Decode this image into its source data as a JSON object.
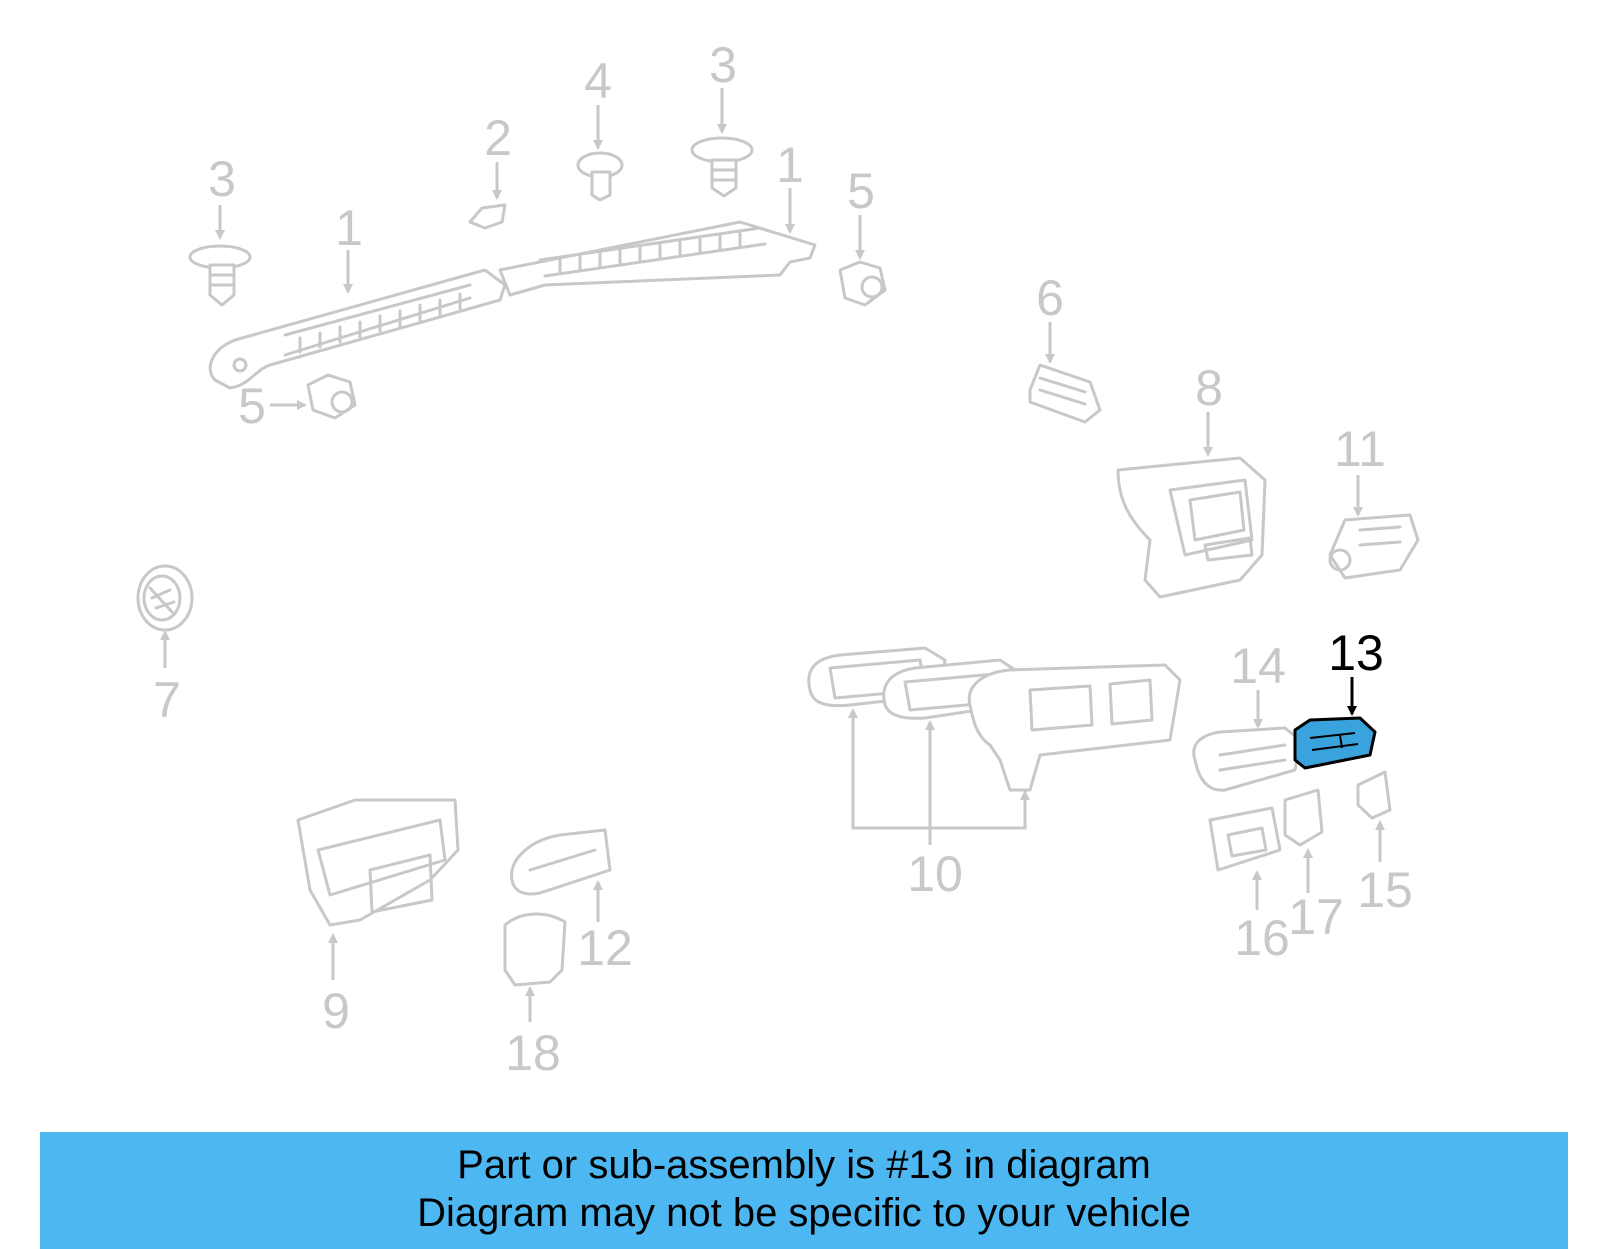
{
  "diagram": {
    "highlight_color": "#3aa3dd",
    "line_color": "#c8c8c8",
    "active_part": "13",
    "callouts": {
      "c1a": "1",
      "c1b": "1",
      "c2": "2",
      "c3a": "3",
      "c3b": "3",
      "c4": "4",
      "c5a": "5",
      "c5b": "5",
      "c6": "6",
      "c7": "7",
      "c8": "8",
      "c9": "9",
      "c10": "10",
      "c11": "11",
      "c12": "12",
      "c13": "13",
      "c14": "14",
      "c15": "15",
      "c16": "16",
      "c17": "17",
      "c18": "18"
    }
  },
  "banner": {
    "background": "#4db7f2",
    "line1": "Part or sub-assembly is #13 in diagram",
    "line2": "Diagram may not be specific to your vehicle"
  }
}
